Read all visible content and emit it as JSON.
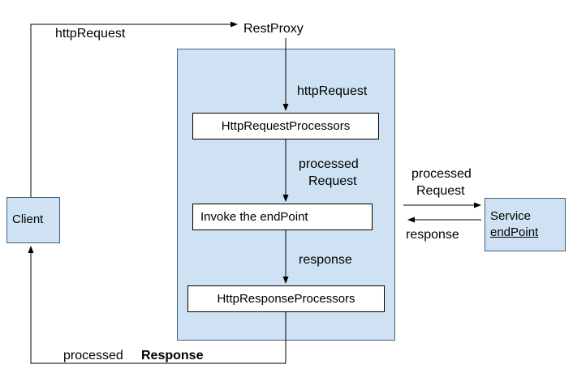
{
  "diagram": {
    "rest_proxy_label": "RestProxy",
    "client_box": "Client",
    "service_box": {
      "line1": "Service",
      "line2": "endPoint"
    },
    "inner_boxes": {
      "request_processors": "HttpRequestProcessors",
      "invoke_endpoint": "Invoke the endPoint",
      "response_processors": "HttpResponseProcessors"
    },
    "edge_labels": {
      "client_to_proxy": "httpRequest",
      "proxy_to_request_processors": "httpRequest",
      "request_processors_to_invoke_line1": "processed",
      "request_processors_to_invoke_line2": "Request",
      "invoke_to_response_processors": "response",
      "proxy_to_service_line1": "processed",
      "proxy_to_service_line2": "Request",
      "service_to_proxy": "response",
      "bottom_processed": "processed",
      "bottom_response": "Response"
    },
    "colors": {
      "box_fill": "#cfe2f3",
      "box_border": "#44607a",
      "line": "#000000"
    }
  }
}
